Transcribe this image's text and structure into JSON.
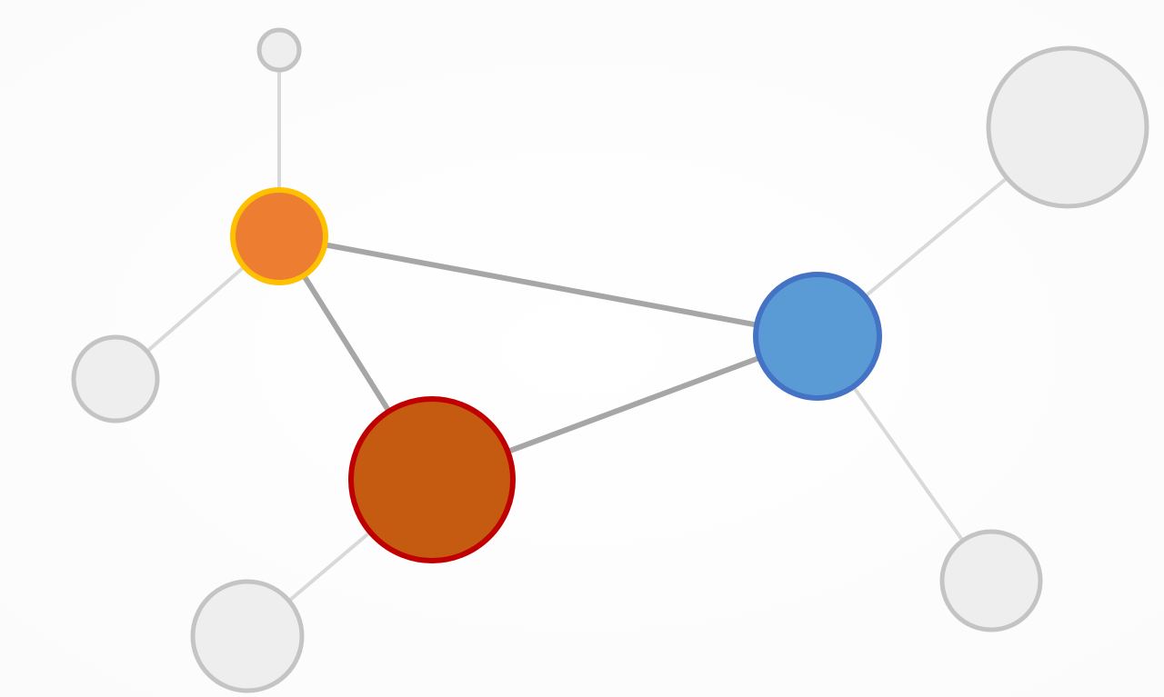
{
  "diagram": {
    "type": "network-graph",
    "nodes": [
      {
        "id": "small-top",
        "fill": "#eeeeee",
        "stroke": "#c4c4c4",
        "highlighted": false
      },
      {
        "id": "orange",
        "fill": "#ed7d31",
        "stroke": "#ffc000",
        "highlighted": true
      },
      {
        "id": "left",
        "fill": "#eeeeee",
        "stroke": "#c4c4c4",
        "highlighted": false
      },
      {
        "id": "dark-orange",
        "fill": "#c55a11",
        "stroke": "#c00000",
        "highlighted": true
      },
      {
        "id": "bottom-left",
        "fill": "#eeeeee",
        "stroke": "#c4c4c4",
        "highlighted": false
      },
      {
        "id": "blue",
        "fill": "#5b9bd5",
        "stroke": "#4472c4",
        "highlighted": true
      },
      {
        "id": "top-right",
        "fill": "#eeeeee",
        "stroke": "#c4c4c4",
        "highlighted": false
      },
      {
        "id": "bottom-right",
        "fill": "#eeeeee",
        "stroke": "#c4c4c4",
        "highlighted": false
      }
    ],
    "edges": [
      {
        "from": "orange",
        "to": "blue",
        "color": "#a6a6a6",
        "strong": true
      },
      {
        "from": "orange",
        "to": "dark-orange",
        "color": "#a6a6a6",
        "strong": true
      },
      {
        "from": "dark-orange",
        "to": "blue",
        "color": "#a6a6a6",
        "strong": true
      },
      {
        "from": "orange",
        "to": "small-top",
        "color": "#d9d9d9",
        "strong": false
      },
      {
        "from": "orange",
        "to": "left",
        "color": "#d9d9d9",
        "strong": false
      },
      {
        "from": "dark-orange",
        "to": "bottom-left",
        "color": "#d9d9d9",
        "strong": false
      },
      {
        "from": "blue",
        "to": "top-right",
        "color": "#d9d9d9",
        "strong": false
      },
      {
        "from": "blue",
        "to": "bottom-right",
        "color": "#d9d9d9",
        "strong": false
      }
    ]
  }
}
